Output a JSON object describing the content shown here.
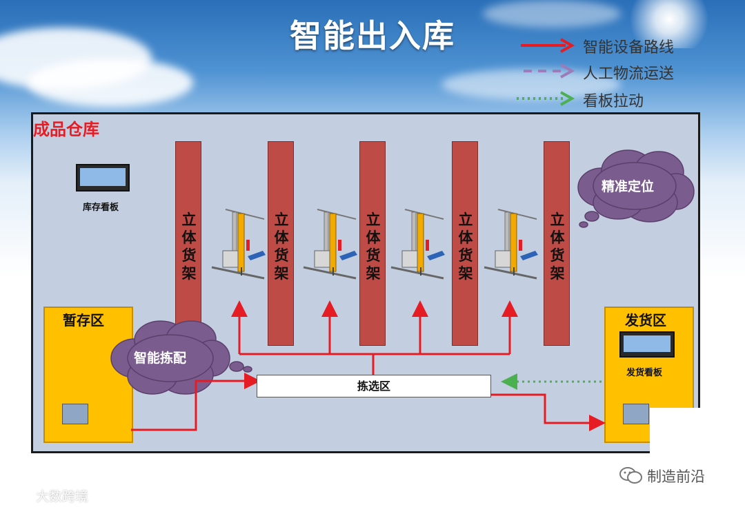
{
  "title": "智能出入库",
  "legend": [
    {
      "label": "智能设备路线",
      "style": "solid",
      "color": "#e51c23"
    },
    {
      "label": "人工物流运送",
      "style": "dashed",
      "color": "#9c7bb8"
    },
    {
      "label": "看板拉动",
      "style": "dotted",
      "color": "#4caf50"
    }
  ],
  "warehouse_label": "成品仓库",
  "inventory_board_label": "库存看板",
  "racks": [
    "立体货架",
    "立体货架",
    "立体货架",
    "立体货架",
    "立体货架"
  ],
  "precise_positioning": "精准定位",
  "temp_storage_label": "暂存区",
  "smart_picking_label": "智能拣配",
  "picking_area_label": "拣选区",
  "shipping_area_label": "发货区",
  "shipping_board_label": "发货看板",
  "watermark_right": "制造前沿",
  "watermark_left": "大数跨境"
}
